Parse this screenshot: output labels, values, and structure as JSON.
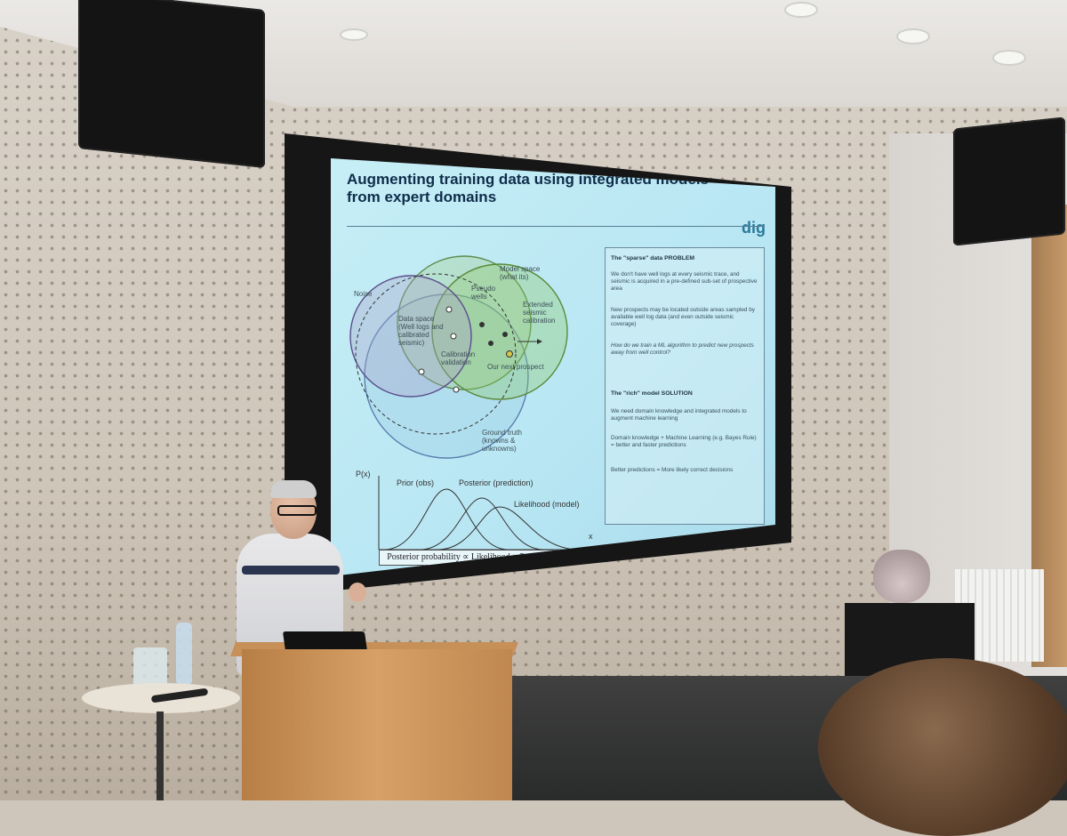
{
  "slide": {
    "title": "Augmenting training data using integrated models from expert domains",
    "logo": "dig",
    "venn_labels": {
      "noise": "Noise",
      "model_space": "Model space (what its)",
      "pseudo_wells": "Pseudo wells",
      "data_space": "Data space (Well logs and calibrated seismic)",
      "extended": "Extended seismic calibration",
      "calibration": "Calibration validation",
      "next_prospect": "Our next prospect",
      "ground_truth": "Ground truth (knowns & unknowns)"
    },
    "info_box": {
      "problem_heading": "The \"sparse\" data PROBLEM",
      "problem_p1": "We don't have well logs at every seismic trace, and seismic is acquired in a pre-defined sub-set of prospective area",
      "problem_p2": "New prospects may be located outside areas sampled by available well log data (and even outside seismic coverage)",
      "problem_p3": "How do we train a ML algorithm to predict new prospects away from well control?",
      "solution_heading": "The \"rich\" model SOLUTION",
      "solution_p1": "We need domain knowledge and integrated models to augment machine learning",
      "solution_p2": "Domain knowledge + Machine Learning (e.g. Bayes Rule) = better and faster predictions",
      "solution_p3": "Better predictions = More likely correct decisions"
    },
    "graph": {
      "y_label": "P(x)",
      "x_label": "x",
      "prior": "Prior (obs)",
      "posterior": "Posterior (prediction)",
      "likelihood": "Likelihood (model)",
      "formula": "Posterior probability ∝ Likelihood × Prior probability"
    }
  }
}
